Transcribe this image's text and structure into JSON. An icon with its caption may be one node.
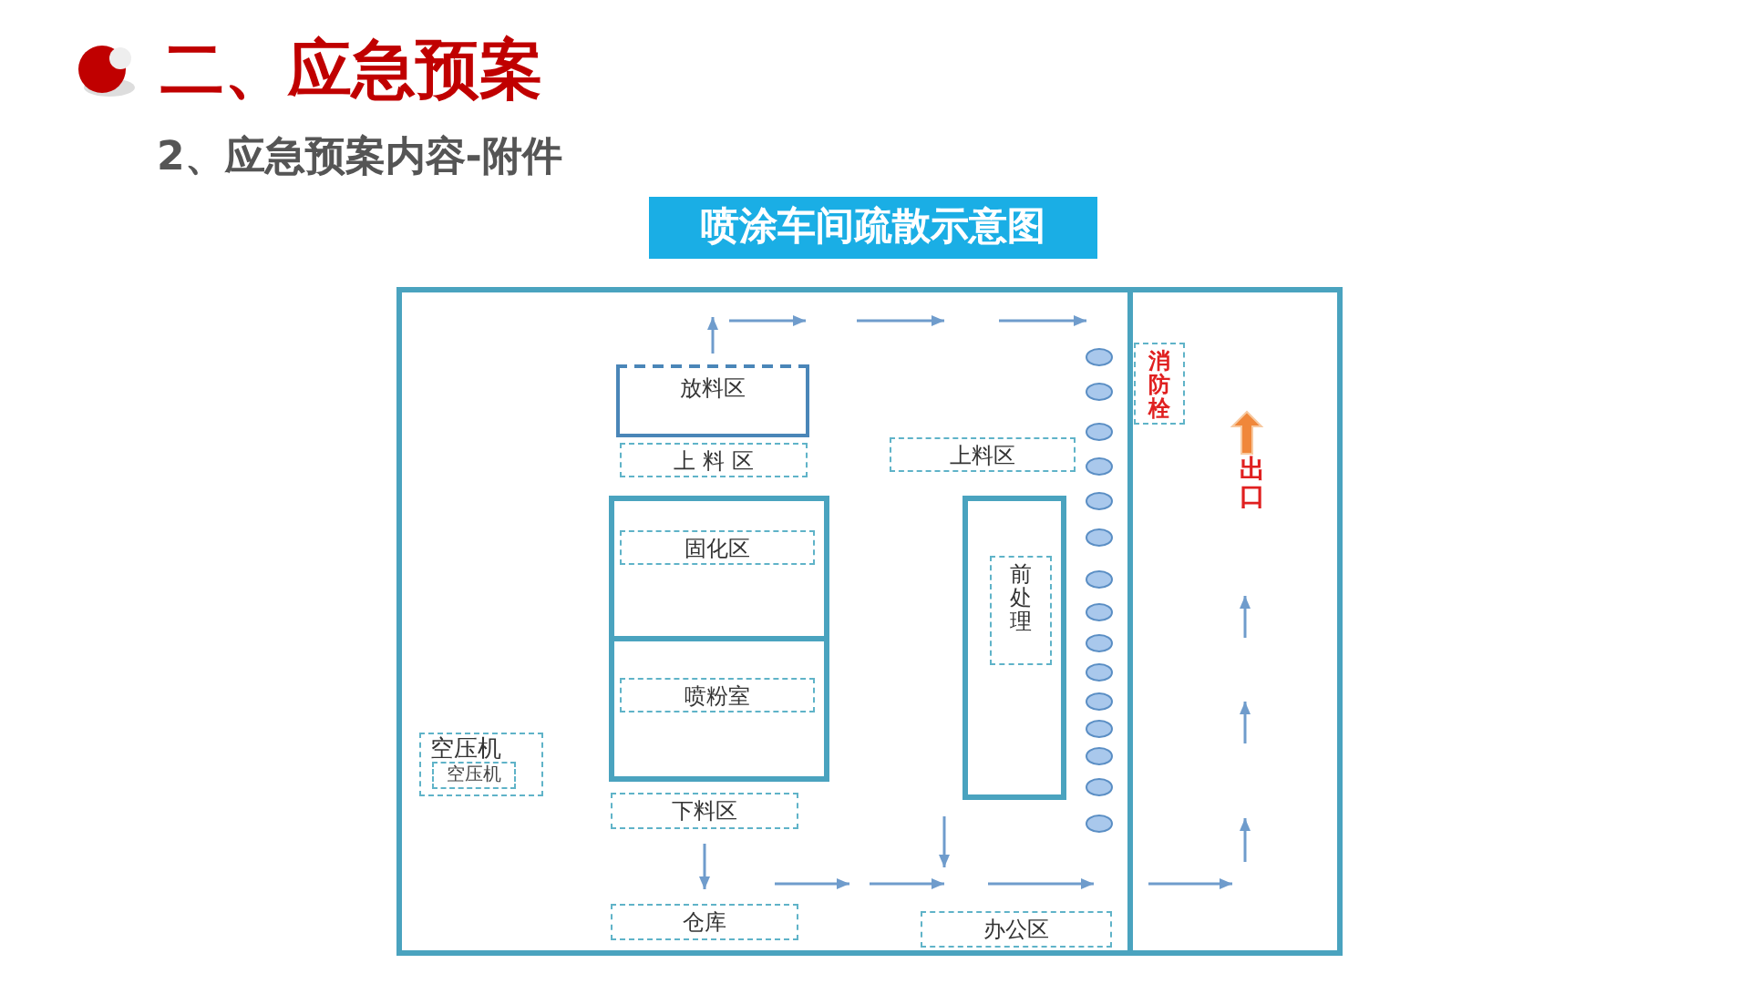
{
  "diagram": {
    "title": "二、应急预案",
    "nodes": [
      {
        "text": [
          "喷涂车间疏散示意图"
        ]
      },
      {
        "text": [
          "放料区"
        ]
      },
      {
        "text": [
          "上 料 区"
        ]
      },
      {
        "text": [],
        "shape": "box"
      },
      {
        "text": [
          "固化区"
        ],
        "in": 3
      },
      {
        "text": [],
        "shape": "box"
      },
      {
        "text": [
          "喷粉室"
        ],
        "in": 5
      },
      {
        "text": [
          "空压机"
        ]
      },
      {
        "text": [
          "空压机"
        ],
        "in": 7
      },
      {
        "text": [
          "下料区"
        ]
      },
      {
        "text": [
          "仓库"
        ]
      },
      {
        "text": [
          "上料区"
        ]
      },
      {
        "text": [],
        "shape": "box"
      },
      {
        "text": [
          "前处理"
        ],
        "in": 12
      },
      {
        "text": [
          "办公区"
        ]
      },
      {
        "text": [
          "消防栓"
        ]
      }
    ],
    "edges": [
      {
        "from": 1,
        "to": null,
        "arrow": "to"
      },
      {
        "from": 9,
        "to": 10,
        "arrow": "to"
      }
    ],
    "labels": [
      "2、应急预案内容-附件",
      "出口"
    ]
  }
}
